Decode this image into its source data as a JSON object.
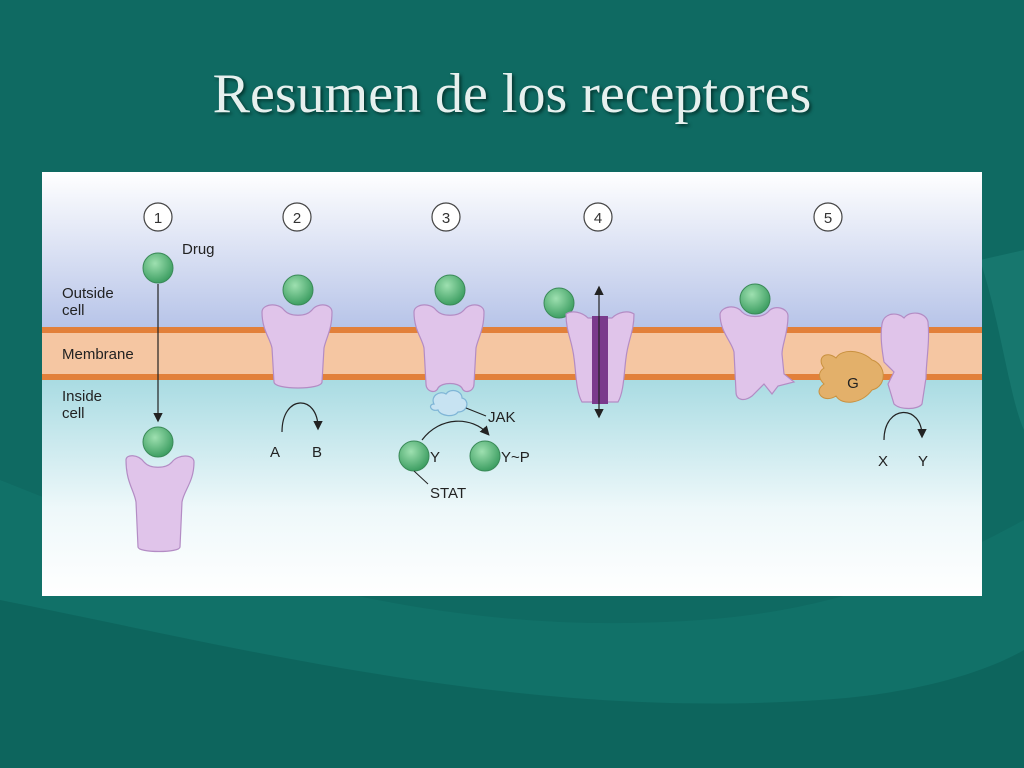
{
  "title": "Resumen de los receptores",
  "colors": {
    "background": "#0f6a62",
    "title": "#e6f0ee",
    "membrane": "#f5c6a2",
    "membrane_edge": "#e2803a",
    "receptor": "#e0c4ea",
    "drug": "#5cb87a",
    "g_protein": "#e3b06a",
    "jak": "#c7e3f2"
  },
  "labels": {
    "outside": [
      "Outside",
      "cell"
    ],
    "membrane": "Membrane",
    "inside": [
      "Inside",
      "cell"
    ],
    "drug": "Drug"
  },
  "steps": [
    "1",
    "2",
    "3",
    "4",
    "5"
  ],
  "step2": {
    "a": "A",
    "b": "B"
  },
  "step3": {
    "jak": "JAK",
    "y": "Y",
    "yp": "Y~P",
    "stat": "STAT"
  },
  "step5": {
    "g": "G",
    "x": "X",
    "y": "Y"
  }
}
